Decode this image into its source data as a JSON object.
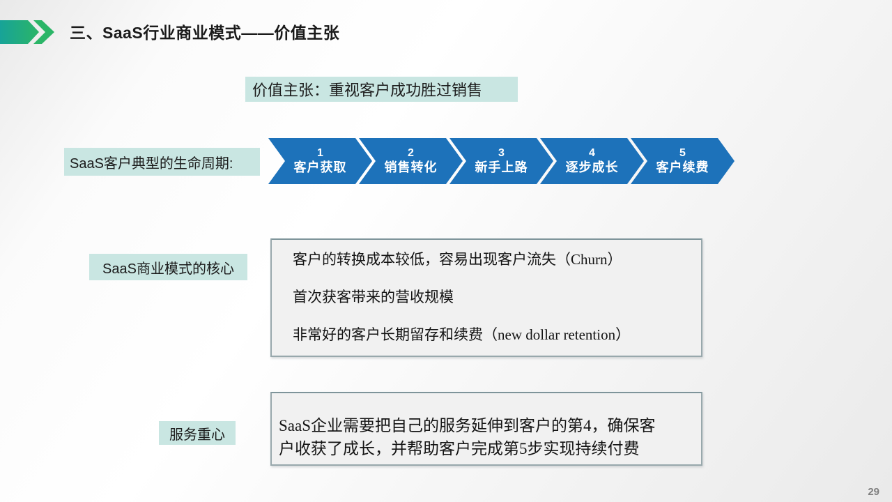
{
  "header": {
    "title": "三、SaaS行业商业模式——价值主张"
  },
  "banner": {
    "text": "价值主张：重视客户成功胜过销售"
  },
  "lifecycle": {
    "label": "SaaS客户典型的生命周期:",
    "steps": [
      {
        "number": "1",
        "label": "客户获取"
      },
      {
        "number": "2",
        "label": "销售转化"
      },
      {
        "number": "3",
        "label": "新手上路"
      },
      {
        "number": "4",
        "label": "逐步成长"
      },
      {
        "number": "5",
        "label": "客户续费"
      }
    ]
  },
  "core": {
    "label": "SaaS商业模式的核心",
    "points": [
      "客户的转换成本较低，容易出现客户流失（Churn）",
      "首次获客带来的营收规模",
      "非常好的客户长期留存和续费（new dollar retention）"
    ]
  },
  "service": {
    "label": "服务重心",
    "text": "SaaS企业需要把自己的服务延伸到客户的第4，确保客户收获了成长，并帮助客户完成第5步实现持续付费"
  },
  "page": {
    "number": "29"
  },
  "colors": {
    "chevron_blue": "#1d72ba",
    "label_teal": "#c9e6e2",
    "box_fill": "#f1f1f1",
    "box_border": "#98a8ac",
    "logo_teal": "#17a398",
    "logo_green": "#2bb567",
    "page_number_gray": "#7f7f7f"
  }
}
